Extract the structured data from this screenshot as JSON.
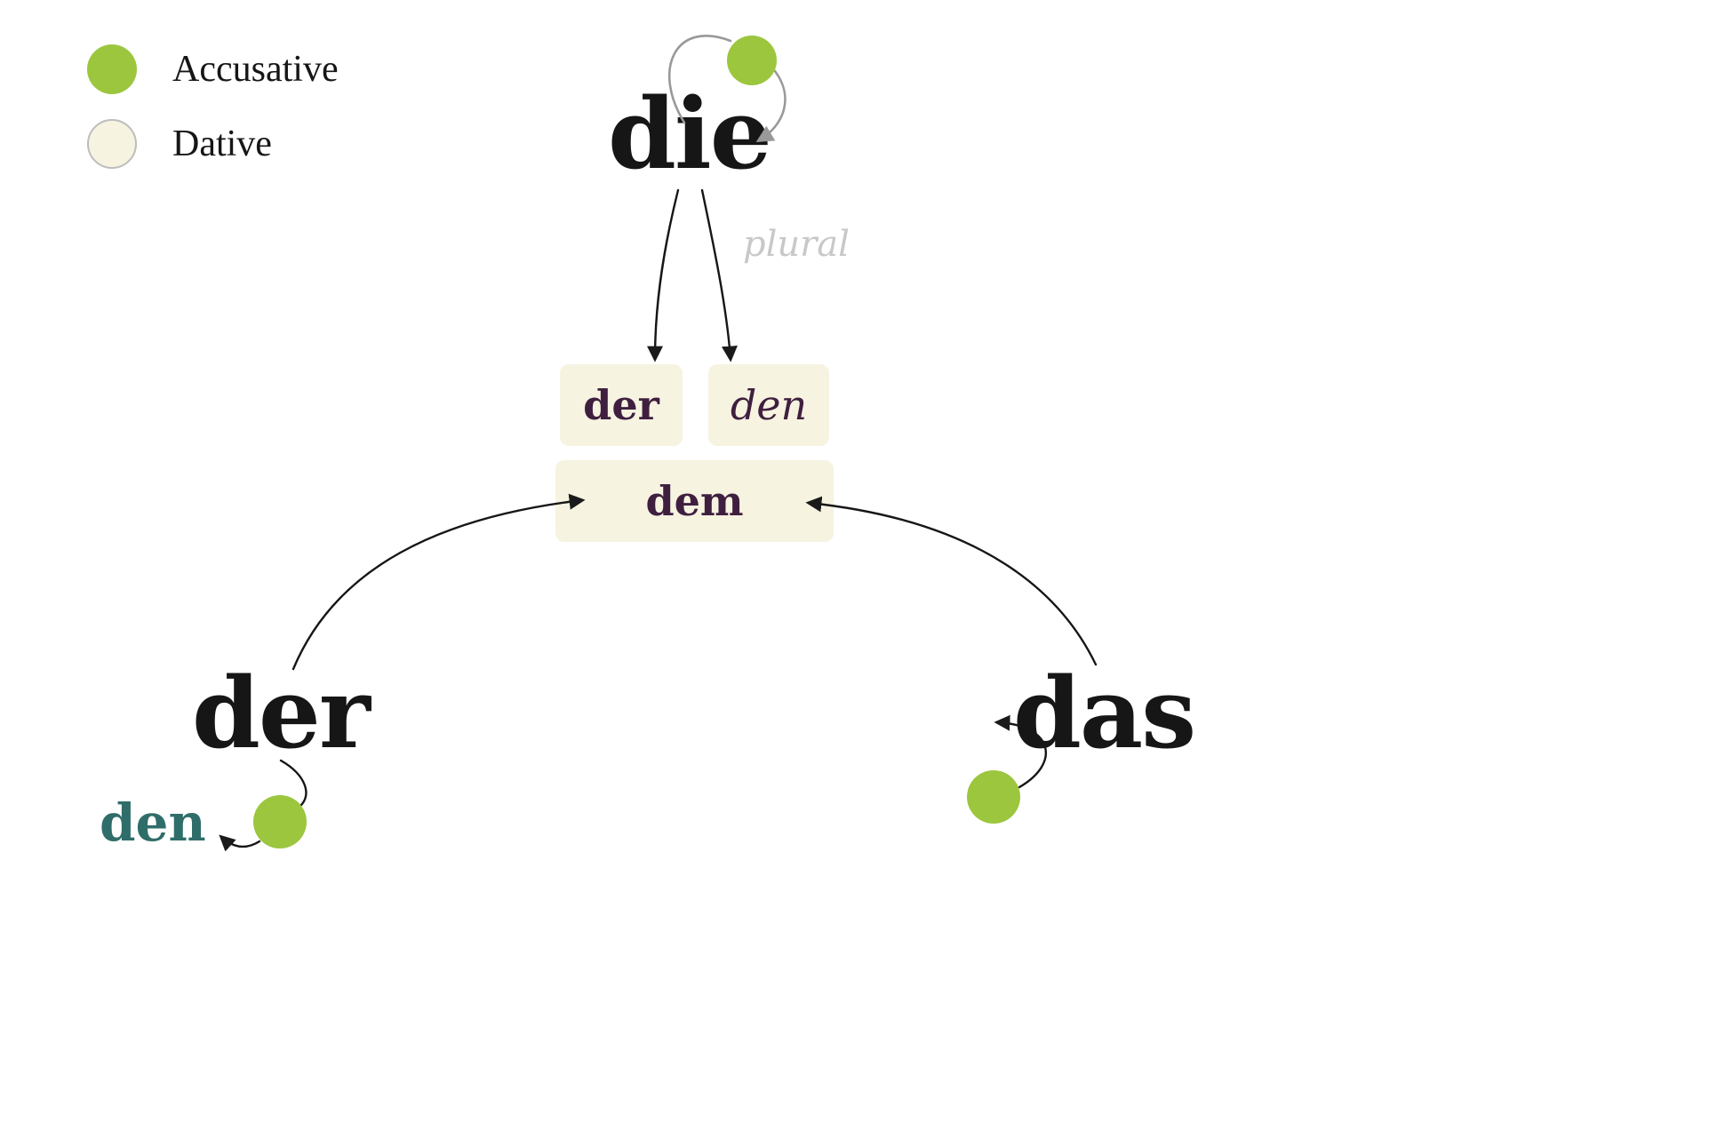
{
  "legend": {
    "accusative": {
      "label": "Accusative"
    },
    "dative": {
      "label": "Dative"
    }
  },
  "nodes": {
    "die": {
      "label": "die"
    },
    "der": {
      "label": "der"
    },
    "das": {
      "label": "das"
    }
  },
  "accusative_forms": {
    "den": {
      "label": "den"
    }
  },
  "dative_forms": {
    "der": {
      "label": "der"
    },
    "den": {
      "label": "den"
    },
    "dem": {
      "label": "dem"
    }
  },
  "annotations": {
    "plural": {
      "label": "plural"
    }
  },
  "colors": {
    "accusative_green": "#9bc63e",
    "dative_cream": "#f6f3e1",
    "box_text_purple": "#3f1f3f",
    "accusative_den_teal": "#2f6d6a",
    "text_black": "#161616",
    "loop_gray": "#999999",
    "plural_gray": "#c8c8c8"
  }
}
